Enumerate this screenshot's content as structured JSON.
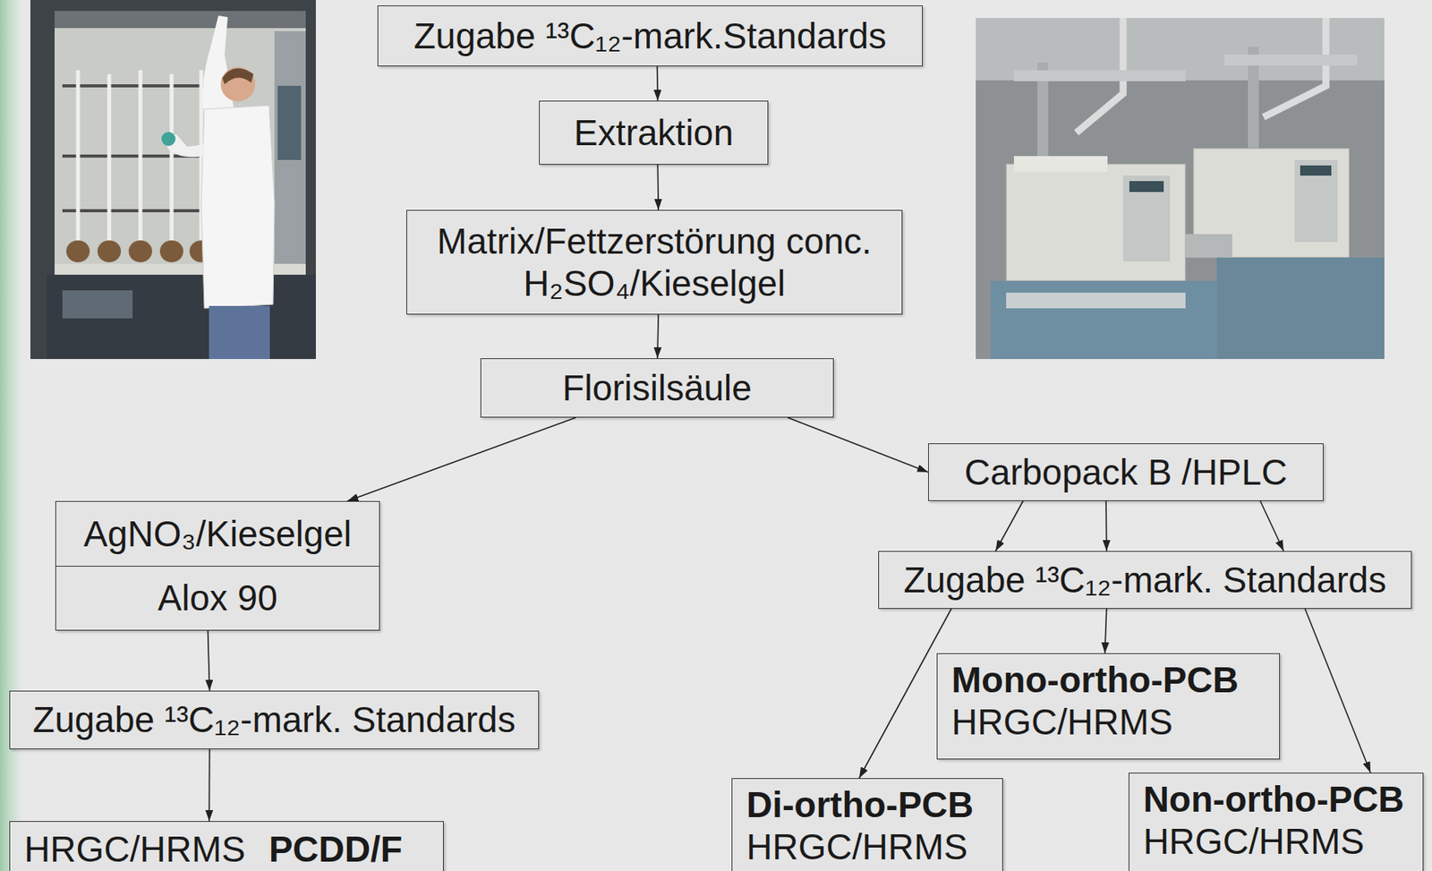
{
  "diagram": {
    "nodes": [
      {
        "text": [
          "Zugabe ¹³C₁₂-mark.Standards"
        ]
      },
      {
        "text": [
          "Extraktion"
        ]
      },
      {
        "text": [
          "Matrix/Fettzerstörung conc. H₂SO₄/Kieselgel"
        ]
      },
      {
        "text": [
          "Florisilsäule"
        ]
      },
      {
        "text": [
          "AgNO₃/Kieselgel",
          "Alox 90"
        ]
      },
      {
        "text": [
          "Zugabe ¹³C₁₂-mark. Standards"
        ]
      },
      {
        "text": [
          "HRGC/HRMS",
          "PCDD/F"
        ]
      },
      {
        "text": [
          "Carbopack B /HPLC"
        ]
      },
      {
        "text": [
          "Zugabe ¹³C₁₂-mark. Standards"
        ]
      },
      {
        "text": [
          "Mono-ortho-PCB",
          "HRGC/HRMS"
        ]
      },
      {
        "text": [
          "Di-ortho-PCB",
          "HRGC/HRMS"
        ]
      },
      {
        "text": [
          "Non-ortho-PCB",
          "HRGC/HRMS"
        ]
      }
    ],
    "edges": [
      {
        "from": 0,
        "to": 1,
        "arrow": "to"
      },
      {
        "from": 1,
        "to": 2,
        "arrow": "to"
      },
      {
        "from": 2,
        "to": 3,
        "arrow": "to"
      },
      {
        "from": 3,
        "to": 4,
        "arrow": "to"
      },
      {
        "from": 3,
        "to": 7,
        "arrow": "to"
      },
      {
        "from": 4,
        "to": 5,
        "arrow": "to"
      },
      {
        "from": 5,
        "to": 6,
        "arrow": "to"
      },
      {
        "from": 7,
        "to": 8,
        "arrow": "to"
      },
      {
        "from": 7,
        "to": 8,
        "arrow": "to"
      },
      {
        "from": 7,
        "to": 8,
        "arrow": "to"
      },
      {
        "from": 8,
        "to": 10,
        "arrow": "to"
      },
      {
        "from": 8,
        "to": 9,
        "arrow": "to"
      },
      {
        "from": 8,
        "to": 11,
        "arrow": "to"
      }
    ]
  }
}
